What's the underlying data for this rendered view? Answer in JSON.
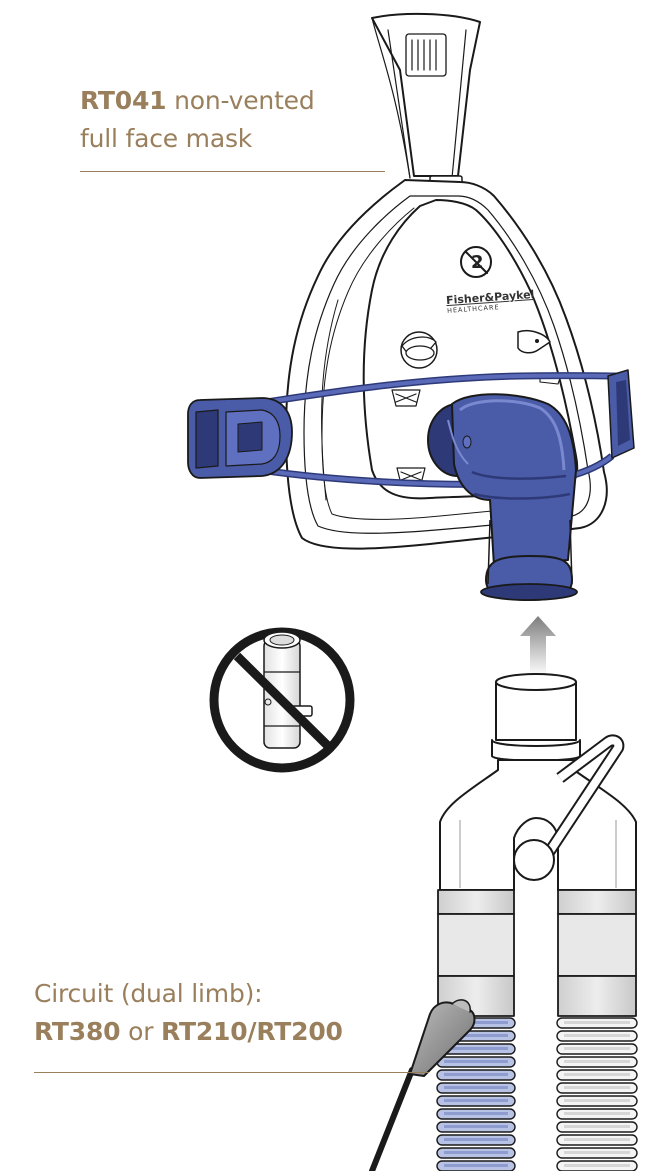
{
  "mask_label": {
    "code": "RT041",
    "text": " non-vented",
    "line2": "full face mask"
  },
  "circuit_label": {
    "line1": "Circuit (dual limb):",
    "code1": "RT380",
    "connector": " or ",
    "code2": "RT210/RT200"
  },
  "mask_branding": {
    "brand_name": "Fisher&Paykel",
    "brand_sub": "HEALTHCARE",
    "single_use_mark": "2"
  },
  "prohibited_symbol": "no-anti-asphyxia-valve-icon",
  "arrow_direction": "up",
  "colors": {
    "label_text": "#9a7f5c",
    "rule": "#9a7f5c",
    "elbow_blue": "#4a5ba8",
    "elbow_dark": "#2e3a78",
    "tube_blue": "#b8c2e4",
    "outline": "#1a1a1a",
    "mask_fill": "#ffffff",
    "arrow": "#8a8a8a"
  }
}
